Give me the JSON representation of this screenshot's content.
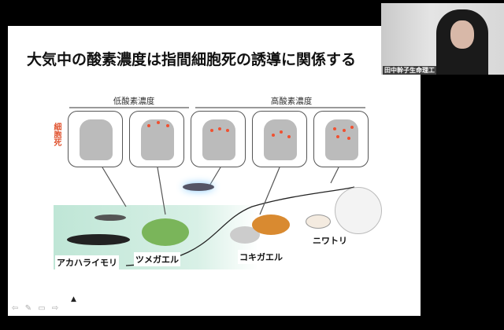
{
  "slide": {
    "title": "大気中の酸素濃度は指間細胞死の誘導に関係する",
    "group_low": "低酸素濃度",
    "group_high": "高酸素濃度",
    "cell_death_label": "細胞死",
    "species": [
      "アカハライモリ",
      "ツメガエル",
      "コキガエル",
      "ニワトリ"
    ],
    "accent_color": "#e0532f",
    "water_color": "#bfe6d6"
  },
  "webcam": {
    "name": "田中幹子生命理工"
  },
  "controls": [
    {
      "icon": "arrow-left-icon",
      "glyph": "⇦"
    },
    {
      "icon": "pen-icon",
      "glyph": "✎"
    },
    {
      "icon": "slides-icon",
      "glyph": "▭"
    },
    {
      "icon": "arrow-right-icon",
      "glyph": "⇨"
    }
  ]
}
